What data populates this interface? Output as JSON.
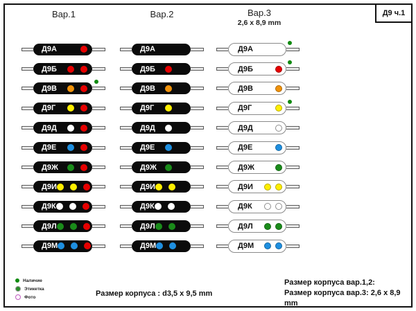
{
  "title_box": "Д9 ч.1",
  "columns": [
    {
      "id": "var1",
      "header": "Вар.1",
      "subtitle": ""
    },
    {
      "id": "var2",
      "header": "Вар.2",
      "subtitle": ""
    },
    {
      "id": "var3",
      "header": "Вар.3",
      "subtitle": "2,6 x 8,9 mm"
    }
  ],
  "rows": [
    {
      "label": "Д9А",
      "var1": [
        "red"
      ],
      "var2": [],
      "var3": [],
      "avail": {
        "var3": true
      }
    },
    {
      "label": "Д9Б",
      "var1": [
        "red",
        "red"
      ],
      "var2": [
        "red"
      ],
      "var3": [
        "red"
      ],
      "avail": {
        "var3": true
      }
    },
    {
      "label": "Д9В",
      "var1": [
        "orange",
        "red"
      ],
      "var2": [
        "orange"
      ],
      "var3": [
        "orange"
      ],
      "avail": {
        "var1": true
      }
    },
    {
      "label": "Д9Г",
      "var1": [
        "yellow",
        "red"
      ],
      "var2": [
        "yellow"
      ],
      "var3": [
        "yellow"
      ],
      "avail": {
        "var3": true
      }
    },
    {
      "label": "Д9Д",
      "var1": [
        "white",
        "red"
      ],
      "var2": [
        "white"
      ],
      "var3": [
        "white"
      ],
      "avail": {}
    },
    {
      "label": "Д9Е",
      "var1": [
        "blue",
        "red"
      ],
      "var2": [
        "blue"
      ],
      "var3": [
        "blue"
      ],
      "avail": {}
    },
    {
      "label": "Д9Ж",
      "var1": [
        "green",
        "red"
      ],
      "var2": [
        "green"
      ],
      "var3": [
        "green"
      ],
      "avail": {}
    },
    {
      "label": "Д9И",
      "var1": [
        "yellow",
        "yellow",
        "red"
      ],
      "var2": [
        "yellow",
        "yellow"
      ],
      "var3": [
        "yellow",
        "yellow"
      ],
      "avail": {}
    },
    {
      "label": "Д9К",
      "var1": [
        "white",
        "white",
        "red"
      ],
      "var2": [
        "white",
        "white"
      ],
      "var3": [
        "white",
        "white"
      ],
      "avail": {}
    },
    {
      "label": "Д9Л",
      "var1": [
        "green",
        "green",
        "red"
      ],
      "var2": [
        "green",
        "green"
      ],
      "var3": [
        "green",
        "green"
      ],
      "avail": {}
    },
    {
      "label": "Д9М",
      "var1": [
        "blue",
        "blue",
        "red"
      ],
      "var2": [
        "blue",
        "blue"
      ],
      "var3": [
        "blue",
        "blue"
      ],
      "avail": {}
    }
  ],
  "dot_colors": {
    "red": "#e60000",
    "orange": "#f0920a",
    "yellow": "#ffee00",
    "white": "#ffffff",
    "blue": "#1e8fe0",
    "green": "#1a8c1a",
    "availability": "#108a10"
  },
  "legend": [
    {
      "label": "Наличие",
      "swatch": "availability"
    },
    {
      "label": "Этикетка",
      "swatch": "label"
    },
    {
      "label": "Фото",
      "swatch": "photo"
    }
  ],
  "footer": {
    "center": "Размер корпуса : d3,5 x 9,5 mm",
    "right_line1": "Размер корпуса вар.1,2:",
    "right_line2": "Размер корпуса вар.3: 2,6 x 8,9 mm"
  }
}
